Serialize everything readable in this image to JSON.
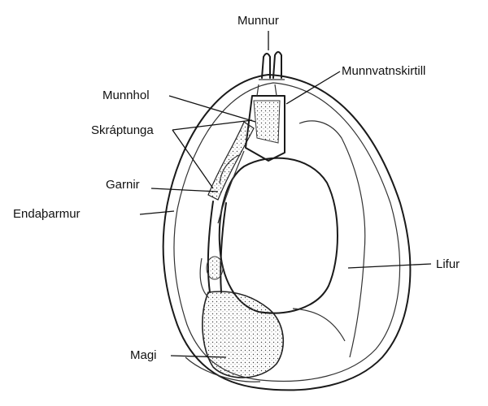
{
  "labels": {
    "mouth": "Munnur",
    "salivary_gland": "Munnvatnskirtill",
    "oral_cavity": "Munnhol",
    "radula": "Skráptunga",
    "intestine": "Garnir",
    "rectum": "Endaþarmur",
    "liver": "Lifur",
    "stomach": "Magi"
  }
}
